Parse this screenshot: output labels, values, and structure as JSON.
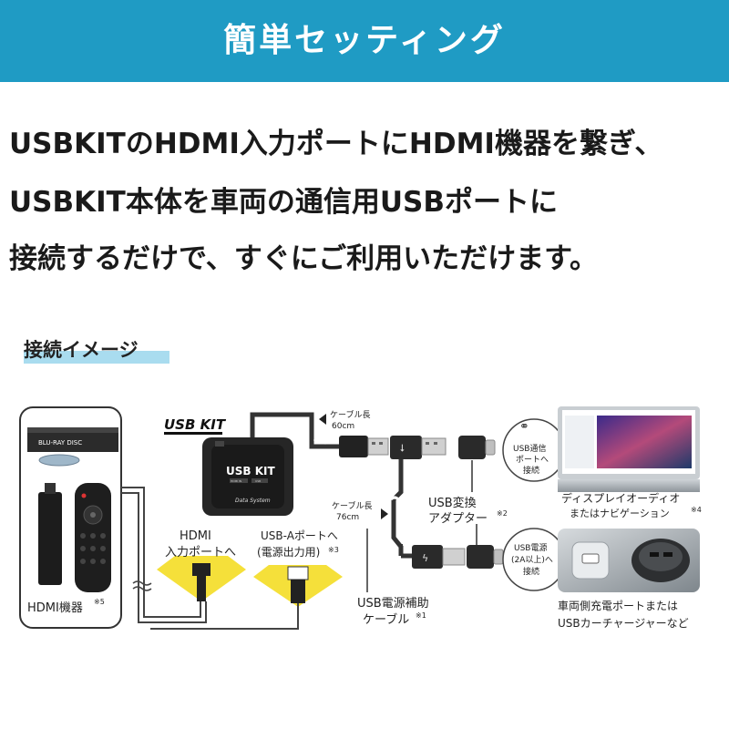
{
  "header": {
    "title": "簡単セッティング"
  },
  "intro": {
    "lines": [
      "USBKITのHDMI入力ポートにHDMI機器を繋ぎ、",
      "USBKIT本体を車両の通信用USBポートに",
      "接続するだけで、すぐにご利用いただけます。"
    ]
  },
  "section": {
    "title": "接続イメージ"
  },
  "diagram": {
    "usbkit_logo": "USB KIT",
    "device_label": "USB KIT",
    "device_brand": "Data System",
    "port_small_left": "HDMI IN",
    "port_small_right": "USB",
    "bluray_text": "BLU-RAY DISC",
    "hdmi_devices_label": "HDMI機器",
    "hdmi_devices_note": "※5",
    "hdmi_input_label_1": "HDMI",
    "hdmi_input_label_2": "入力ポートへ",
    "usba_label_1": "USB-Aポートへ",
    "usba_label_2": "(電源出力用)",
    "usba_note": "※3",
    "cable_length_1_label": "ケーブル長",
    "cable_length_1_value": "60cm",
    "cable_length_2_label": "ケーブル長",
    "cable_length_2_value": "76cm",
    "power_cable_label_1": "USB電源補助",
    "power_cable_label_2": "ケーブル",
    "power_cable_note": "※1",
    "adapter_label_1": "USB変換",
    "adapter_label_2": "アダプター",
    "adapter_note": "※2",
    "comm_port_text_1": "USB通信",
    "comm_port_text_2": "ポートへ",
    "comm_port_text_3": "接続",
    "display_label_1": "ディスプレイオーディオ",
    "display_label_2": "またはナビゲーション",
    "display_note": "※4",
    "power_port_text_1": "USB電源",
    "power_port_text_2": "(2A以上)へ",
    "power_port_text_3": "接続",
    "charger_label_1": "車両側充電ポートまたは",
    "charger_label_2": "USBカーチャージャーなど"
  },
  "colors": {
    "banner": "#1f9bc4",
    "section_highlight": "#a9dcef",
    "hdmi_arrow": "#f5e03a",
    "tv_screen": "#2a1e5a"
  }
}
